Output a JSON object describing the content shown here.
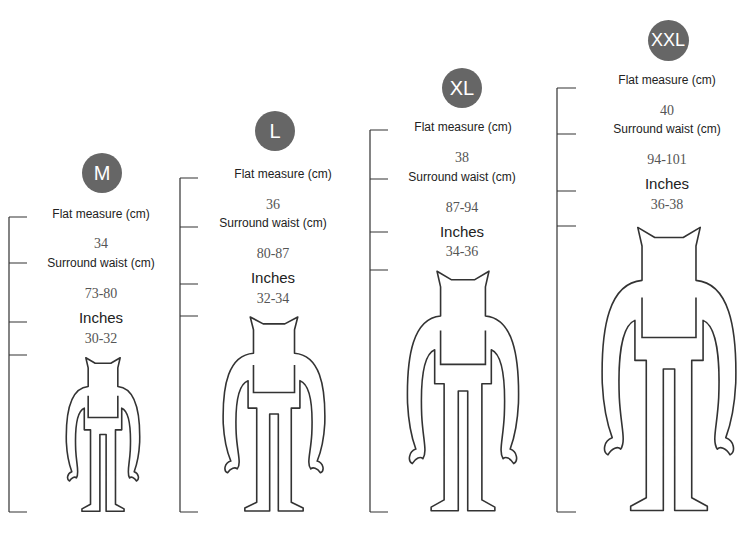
{
  "diagram": {
    "nodes": [
      {
        "text": [
          "M"
        ]
      },
      {
        "text": [
          "L"
        ]
      },
      {
        "text": [
          "XL"
        ]
      },
      {
        "text": [
          "XXL"
        ]
      }
    ],
    "labels": [
      "Flat measure (cm)",
      "34",
      "Surround waist (cm)",
      "73-80",
      "Inches",
      "30-32",
      "Flat measure (cm)",
      "36",
      "Surround waist (cm)",
      "80-87",
      "Inches",
      "32-34",
      "Flat measure (cm)",
      "38",
      "Surround waist (cm)",
      "87-94",
      "Inches",
      "34-36",
      "Flat measure (cm)",
      "40",
      "Surround waist (cm)",
      "94-101",
      "Inches",
      "36-38"
    ]
  }
}
